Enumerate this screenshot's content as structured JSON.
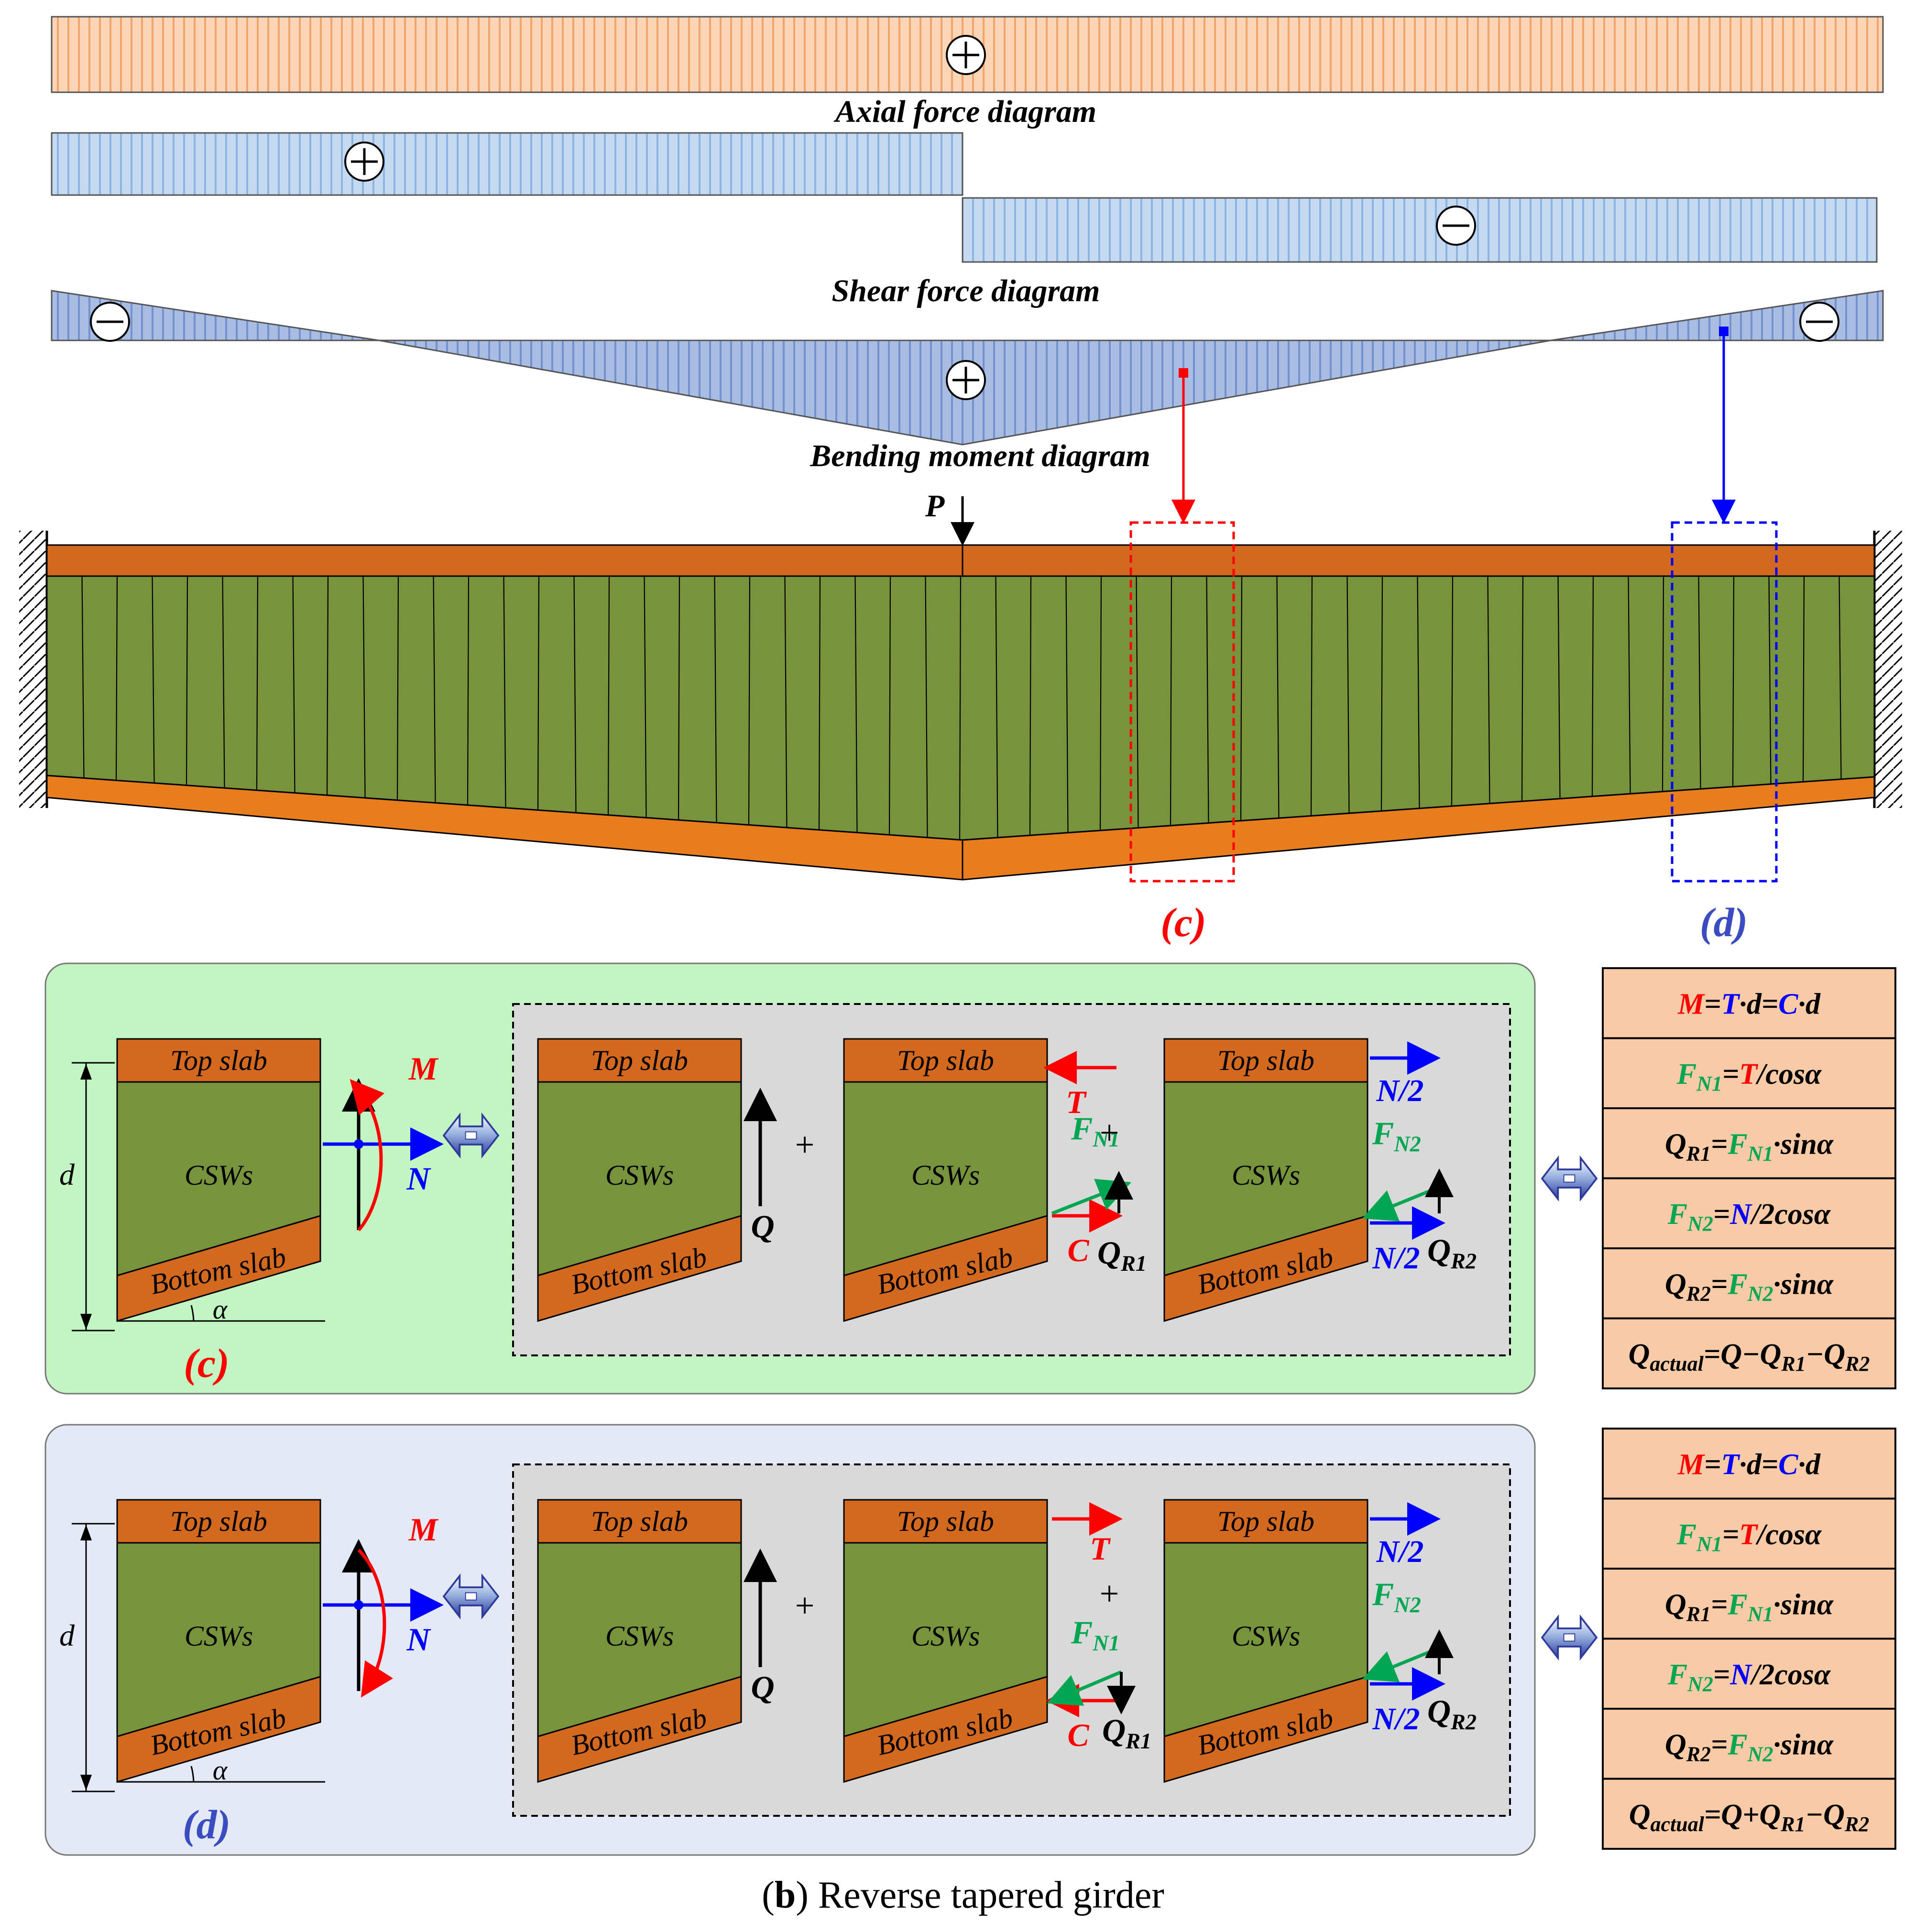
{
  "diagrams": {
    "axial_title": "Axial force diagram",
    "shear_title": "Shear force diagram",
    "moment_title": "Bending moment diagram",
    "plus": "+",
    "minus": "−"
  },
  "girder": {
    "load_label": "P"
  },
  "markers": {
    "c_label": "(c)",
    "c_letter": "c",
    "d_label": "(d)",
    "d_letter": "d"
  },
  "section_labels": {
    "top_slab": "Top slab",
    "csws": "CSWs",
    "bottom_slab": "Bottom slab",
    "depth": "d",
    "angle": "α",
    "moment": "M",
    "axial": "N",
    "shear": "Q",
    "tension": "T",
    "compression": "C",
    "half_axial": "N/2",
    "fn1_main": "F",
    "fn1_sub": "N1",
    "fn2_main": "F",
    "fn2_sub": "N2",
    "qr1_main": "Q",
    "qr1_sub": "R1",
    "qr2_main": "Q",
    "qr2_sub": "R2",
    "plus_op": "+"
  },
  "formulas_c": [
    [
      {
        "t": "M",
        "c": "#ff0000"
      },
      {
        "t": "=",
        "c": "#000000"
      },
      {
        "t": "T",
        "c": "#0000ff"
      },
      {
        "t": "·d=",
        "c": "#000000"
      },
      {
        "t": "C",
        "c": "#0000ff"
      },
      {
        "t": "·d",
        "c": "#000000"
      }
    ],
    [
      {
        "t": "F",
        "c": "#00a651"
      },
      {
        "t": "N1",
        "c": "#00a651",
        "sub": true
      },
      {
        "t": "=",
        "c": "#000000"
      },
      {
        "t": "T",
        "c": "#ff0000"
      },
      {
        "t": "/cosα",
        "c": "#000000"
      }
    ],
    [
      {
        "t": "Q",
        "c": "#000000"
      },
      {
        "t": "R1",
        "c": "#000000",
        "sub": true
      },
      {
        "t": "=",
        "c": "#000000"
      },
      {
        "t": "F",
        "c": "#00a651"
      },
      {
        "t": "N1",
        "c": "#00a651",
        "sub": true
      },
      {
        "t": "·sinα",
        "c": "#000000"
      }
    ],
    [
      {
        "t": "F",
        "c": "#00a651"
      },
      {
        "t": "N2",
        "c": "#00a651",
        "sub": true
      },
      {
        "t": "=",
        "c": "#000000"
      },
      {
        "t": "N",
        "c": "#0000ff"
      },
      {
        "t": "/2cosα",
        "c": "#000000"
      }
    ],
    [
      {
        "t": "Q",
        "c": "#000000"
      },
      {
        "t": "R2",
        "c": "#000000",
        "sub": true
      },
      {
        "t": "=",
        "c": "#000000"
      },
      {
        "t": "F",
        "c": "#00a651"
      },
      {
        "t": "N2",
        "c": "#00a651",
        "sub": true
      },
      {
        "t": "·sinα",
        "c": "#000000"
      }
    ],
    [
      {
        "t": "Q",
        "c": "#000000"
      },
      {
        "t": "actual",
        "c": "#000000",
        "sub": true
      },
      {
        "t": "=Q−Q",
        "c": "#000000"
      },
      {
        "t": "R1",
        "c": "#000000",
        "sub": true
      },
      {
        "t": "−Q",
        "c": "#000000"
      },
      {
        "t": "R2",
        "c": "#000000",
        "sub": true
      }
    ]
  ],
  "formulas_d": [
    [
      {
        "t": "M",
        "c": "#ff0000"
      },
      {
        "t": "=",
        "c": "#000000"
      },
      {
        "t": "T",
        "c": "#0000ff"
      },
      {
        "t": "·d=",
        "c": "#000000"
      },
      {
        "t": "C",
        "c": "#0000ff"
      },
      {
        "t": "·d",
        "c": "#000000"
      }
    ],
    [
      {
        "t": "F",
        "c": "#00a651"
      },
      {
        "t": "N1",
        "c": "#00a651",
        "sub": true
      },
      {
        "t": "=",
        "c": "#000000"
      },
      {
        "t": "T",
        "c": "#ff0000"
      },
      {
        "t": "/cosα",
        "c": "#000000"
      }
    ],
    [
      {
        "t": "Q",
        "c": "#000000"
      },
      {
        "t": "R1",
        "c": "#000000",
        "sub": true
      },
      {
        "t": "=",
        "c": "#000000"
      },
      {
        "t": "F",
        "c": "#00a651"
      },
      {
        "t": "N1",
        "c": "#00a651",
        "sub": true
      },
      {
        "t": "·sinα",
        "c": "#000000"
      }
    ],
    [
      {
        "t": "F",
        "c": "#00a651"
      },
      {
        "t": "N2",
        "c": "#00a651",
        "sub": true
      },
      {
        "t": "=",
        "c": "#000000"
      },
      {
        "t": "N",
        "c": "#0000ff"
      },
      {
        "t": "/2cosα",
        "c": "#000000"
      }
    ],
    [
      {
        "t": "Q",
        "c": "#000000"
      },
      {
        "t": "R2",
        "c": "#000000",
        "sub": true
      },
      {
        "t": "=",
        "c": "#000000"
      },
      {
        "t": "F",
        "c": "#00a651"
      },
      {
        "t": "N2",
        "c": "#00a651",
        "sub": true
      },
      {
        "t": "·sinα",
        "c": "#000000"
      }
    ],
    [
      {
        "t": "Q",
        "c": "#000000"
      },
      {
        "t": "actual",
        "c": "#000000",
        "sub": true
      },
      {
        "t": "=Q+Q",
        "c": "#000000"
      },
      {
        "t": "R1",
        "c": "#000000",
        "sub": true
      },
      {
        "t": "−Q",
        "c": "#000000"
      },
      {
        "t": "R2",
        "c": "#000000",
        "sub": true
      }
    ]
  ],
  "caption": {
    "letter": "b",
    "text": "Reverse tapered girder"
  },
  "colors": {
    "axial_fill": "#fbd5b5",
    "shear_fill": "#c5d9f1",
    "moment_fill": "#8ea9db",
    "flange": "#e36c09",
    "web": "#77933c",
    "panel_c_bg": "#c2f5c2",
    "panel_d_bg": "#e3e9f5",
    "formula_bg": "#f8cba6",
    "red": "#ff0000",
    "blue": "#0000ff",
    "green": "#00a651",
    "dashed_box_bg": "#d9d9d9"
  }
}
